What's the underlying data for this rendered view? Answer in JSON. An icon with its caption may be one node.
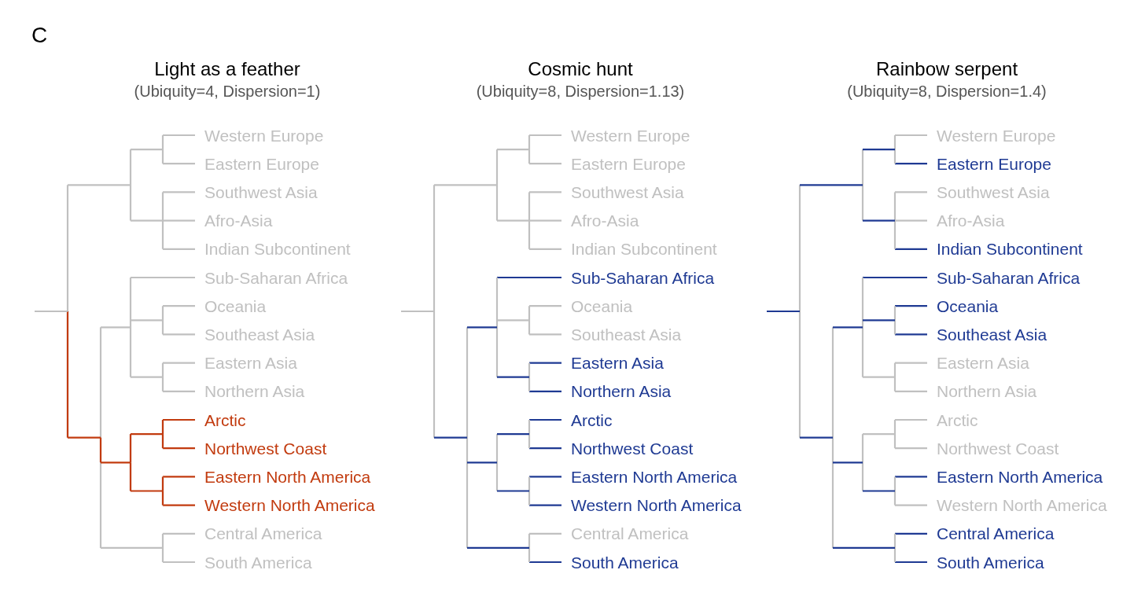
{
  "diagram": {
    "labels": [
      "C",
      "Light as a feather",
      "(Ubiquity=4, Dispersion=1)",
      "Western Europe",
      "Eastern Europe",
      "Southwest Asia",
      "Afro-Asia",
      "Indian Subcontinent",
      "Sub-Saharan Africa",
      "Oceania",
      "Southeast Asia",
      "Eastern Asia",
      "Northern Asia",
      "Arctic",
      "Northwest Coast",
      "Eastern North America",
      "Western North America",
      "Central America",
      "South America",
      "Cosmic hunt",
      "(Ubiquity=8, Dispersion=1.13)",
      "Western Europe",
      "Eastern Europe",
      "Southwest Asia",
      "Afro-Asia",
      "Indian Subcontinent",
      "Sub-Saharan Africa",
      "Oceania",
      "Southeast Asia",
      "Eastern Asia",
      "Northern Asia",
      "Arctic",
      "Northwest Coast",
      "Eastern North America",
      "Western North America",
      "Central America",
      "South America",
      "Rainbow serpent",
      "(Ubiquity=8, Dispersion=1.4)",
      "Western Europe",
      "Eastern Europe",
      "Southwest Asia",
      "Afro-Asia",
      "Indian Subcontinent",
      "Sub-Saharan Africa",
      "Oceania",
      "Southeast Asia",
      "Eastern Asia",
      "Northern Asia",
      "Arctic",
      "Northwest Coast",
      "Eastern North America",
      "Western North America",
      "Central America",
      "South America"
    ]
  }
}
